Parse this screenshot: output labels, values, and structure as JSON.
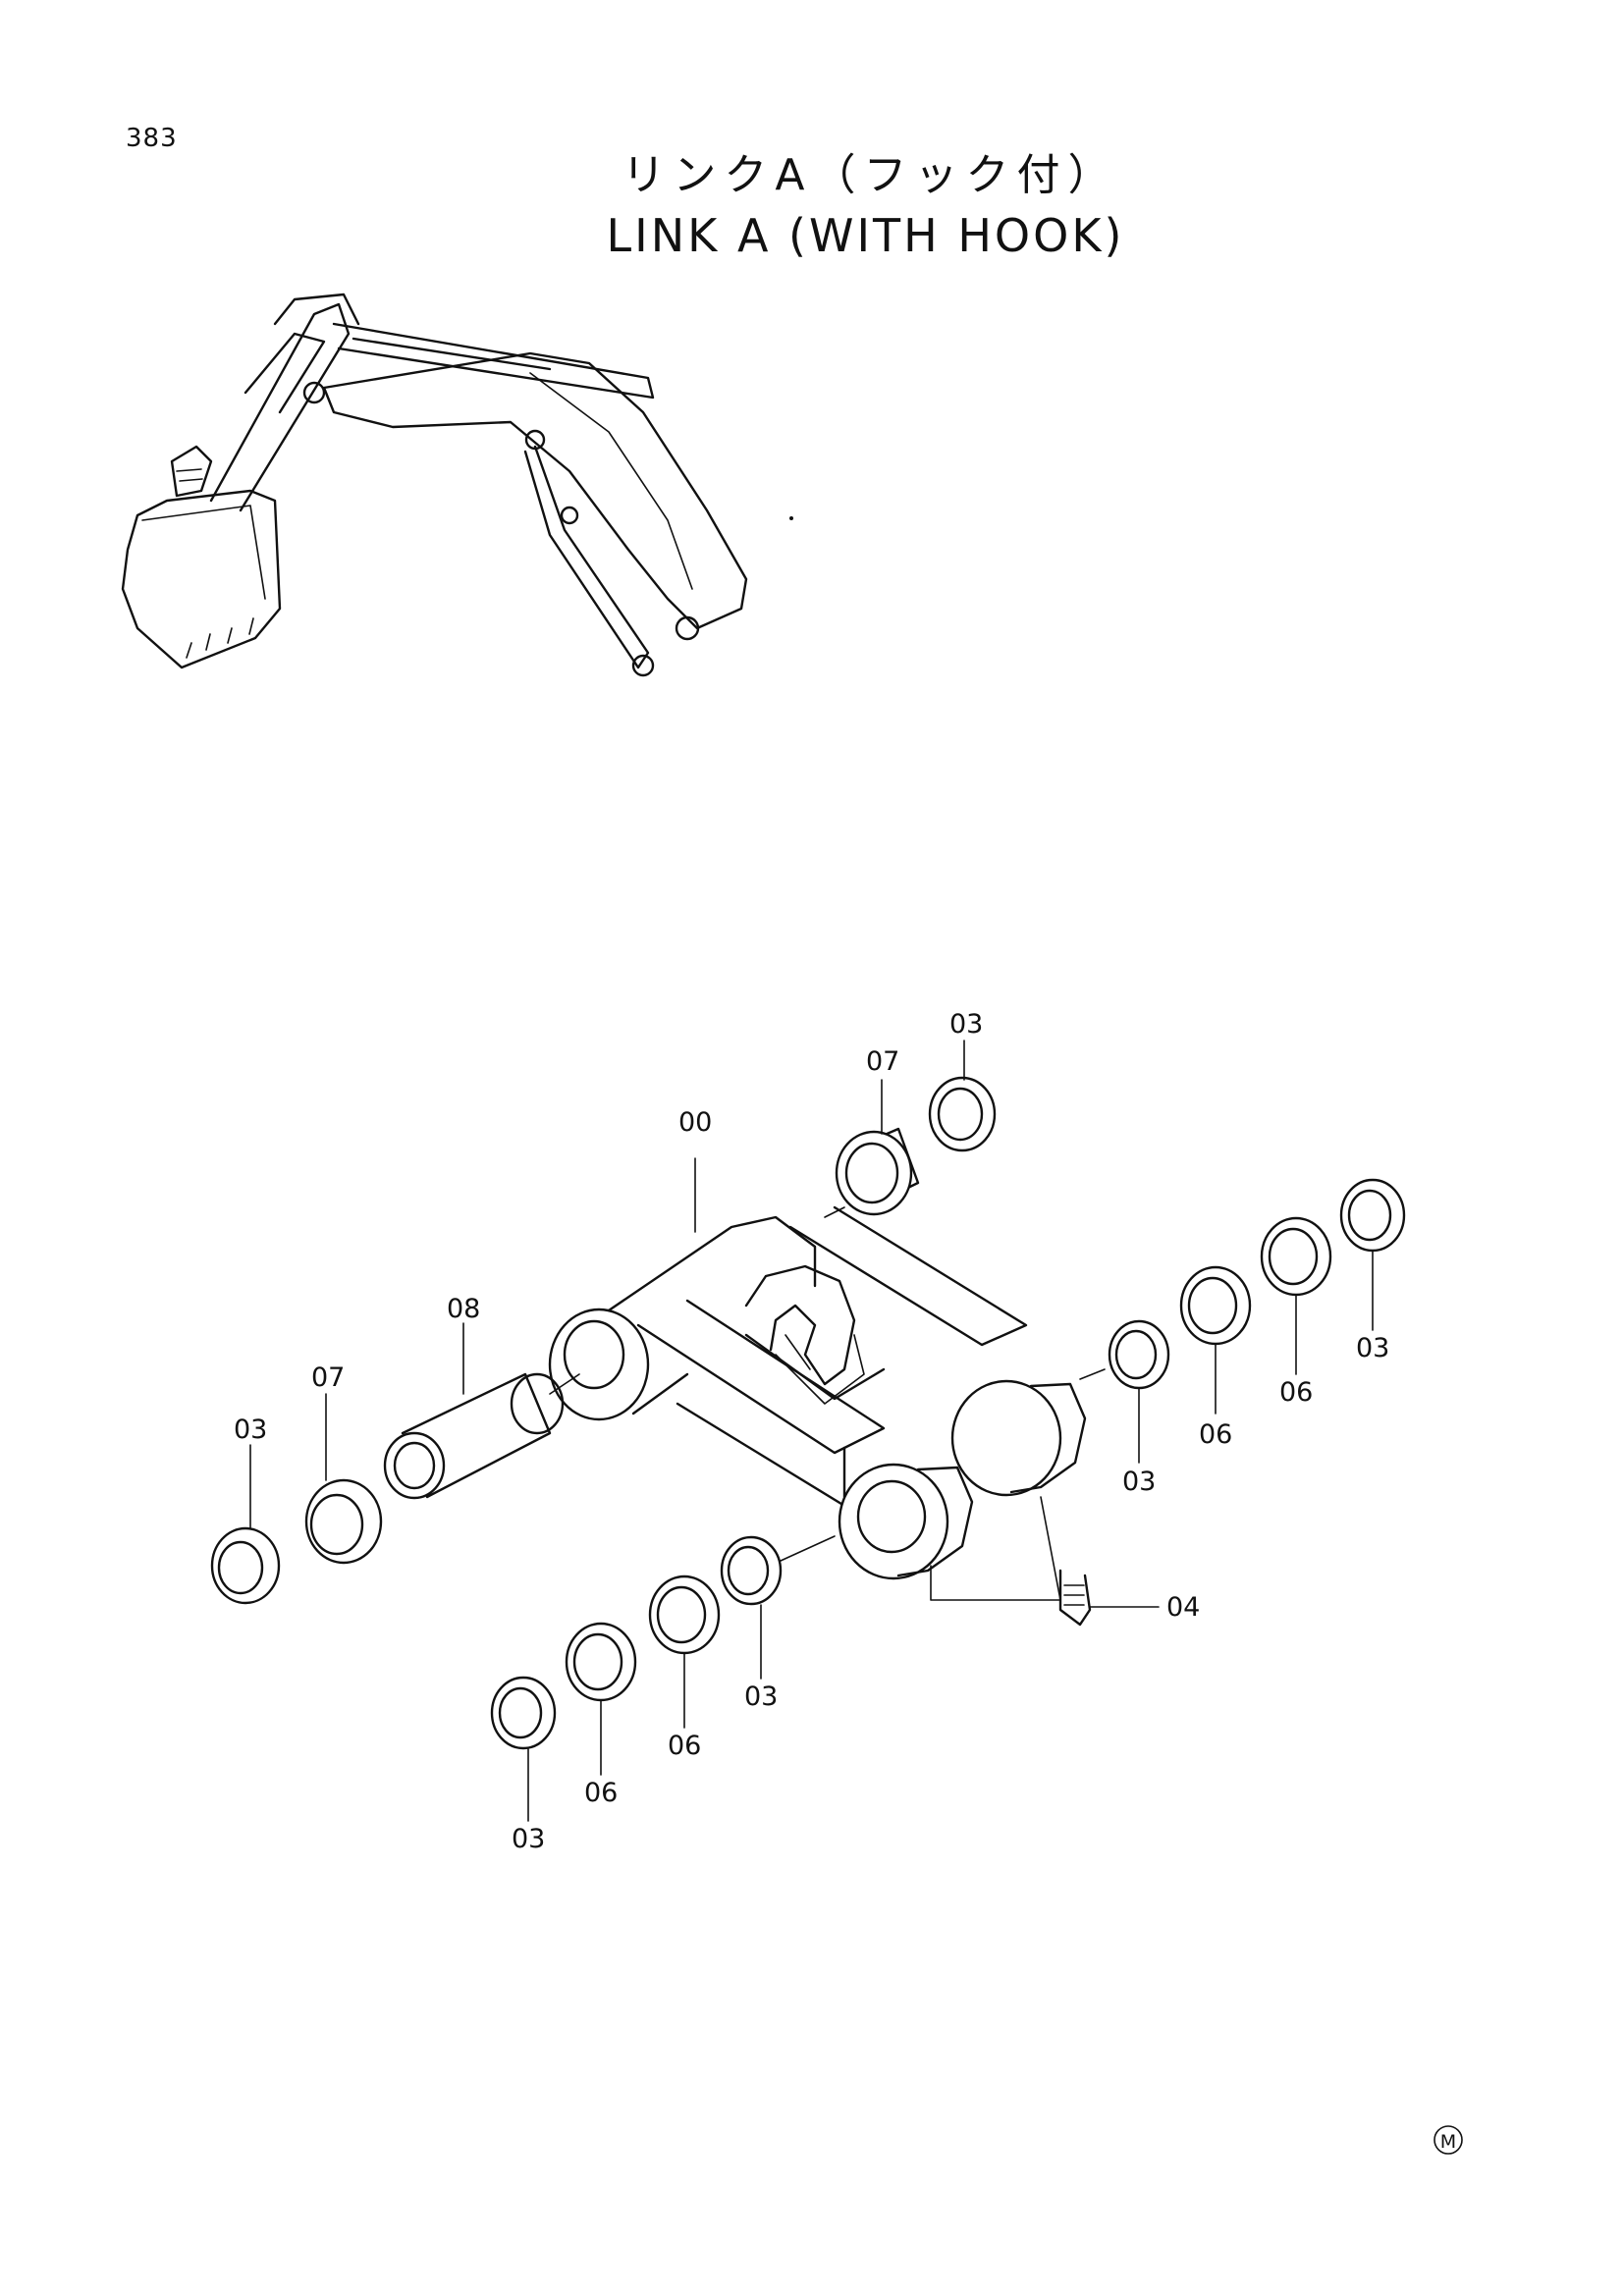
{
  "page": {
    "number": "383",
    "title_jp": "リンクA（フック付）",
    "title_en": "LINK  A  (WITH  HOOK)",
    "mark": "M"
  },
  "callouts": {
    "c00": "00",
    "c07a": "07",
    "c03a": "03",
    "c08": "08",
    "c07b": "07",
    "c03b": "03",
    "c03c": "03",
    "c06a": "06",
    "c06b": "06",
    "c03d": "03",
    "c04": "04",
    "c03e": "03",
    "c06c": "06",
    "c06d": "06",
    "c03f": "03"
  }
}
